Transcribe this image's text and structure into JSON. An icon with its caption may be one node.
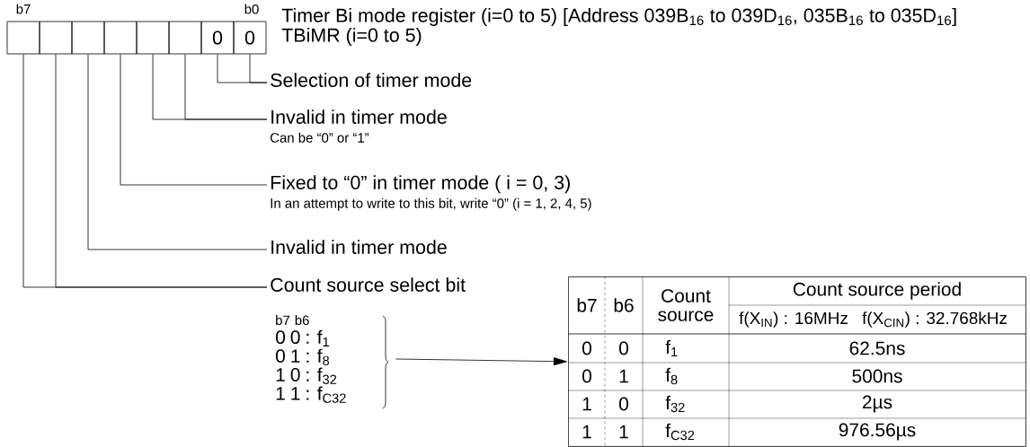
{
  "diagram": {
    "title": "Timer Bi mode register (i=0 to 5)  [Address 039B$_{16}$ to 039D$_{16}$, 035B$_{16}$ to 035D$_{16}$]",
    "nodes": [
      {
        "text": [],
        "shape": "box"
      },
      {
        "text": [],
        "shape": "box"
      },
      {
        "text": [],
        "shape": "box"
      },
      {
        "text": [],
        "shape": "box"
      },
      {
        "text": [],
        "shape": "box"
      },
      {
        "text": [],
        "shape": "box"
      },
      {
        "text": [
          "0"
        ]
      },
      {
        "text": [
          "0"
        ]
      },
      {
        "text": [
          "Selection of timer mode"
        ]
      },
      {
        "text": [
          "Invalid in timer mode",
          "Can be “0” or “1”"
        ]
      },
      {
        "text": [
          "Fixed to “0” in timer mode ( i = 0, 3)",
          "In an attempt to write to this bit, write “0” (i = 1, 2, 4, 5)"
        ]
      },
      {
        "text": [
          "Invalid in timer mode"
        ]
      },
      {
        "text": [
          "Count source select bit"
        ]
      },
      {
        "text": [
          "b7 b6",
          "0 0 : f$_{1}$",
          "0 1 : f$_{8}$",
          "1 0 : f$_{32}$",
          "1 1 : f$_{C32}$"
        ]
      },
      {
        "text": [
          "b7",
          "b6",
          "Count source",
          "Count source period",
          "f(X$_{IN}$) : 16MHz",
          "f(X$_{CIN}$) : 32.768kHz",
          "0",
          "0",
          "f$_{1}$",
          "62.5ns",
          "0",
          "1",
          "f$_{8}$",
          "500ns",
          "1",
          "0",
          "f$_{32}$",
          "2µs",
          "1",
          "1",
          "f$_{C32}$",
          "976.56µs"
        ]
      }
    ],
    "edges": [
      {
        "from": 6,
        "to": 8,
        "arrow": "none"
      },
      {
        "from": 7,
        "to": 8,
        "arrow": "none"
      },
      {
        "from": 4,
        "to": 9,
        "arrow": "none"
      },
      {
        "from": 5,
        "to": 9,
        "arrow": "none"
      },
      {
        "from": 3,
        "to": 10,
        "arrow": "none"
      },
      {
        "from": 2,
        "to": 11,
        "arrow": "none"
      },
      {
        "from": 0,
        "to": 12,
        "arrow": "none"
      },
      {
        "from": 1,
        "to": 12,
        "arrow": "none"
      },
      {
        "from": 13,
        "to": 14,
        "arrow": "to"
      }
    ],
    "labels": [
      "b7",
      "b0",
      "TBiMR (i=0 to 5)"
    ]
  }
}
